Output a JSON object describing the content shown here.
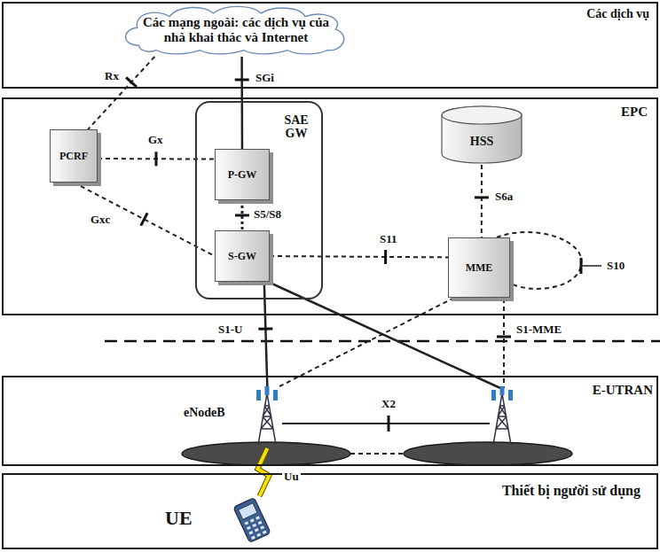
{
  "diagram": {
    "nodes": [
      {
        "text": [
          "Các dịch vụ"
        ]
      },
      {
        "text": [
          "Các mạng ngoài: các dịch vụ của nhà khai thác và Internet"
        ],
        "in": 0
      },
      {
        "text": [
          "EPC"
        ]
      },
      {
        "text": [
          "PCRF"
        ],
        "in": 2
      },
      {
        "text": [
          "SAE GW"
        ],
        "in": 2
      },
      {
        "text": [
          "P-GW"
        ],
        "in": 4
      },
      {
        "text": [
          "S-GW"
        ],
        "in": 4
      },
      {
        "text": [
          "HSS"
        ],
        "in": 2
      },
      {
        "text": [
          "MME"
        ],
        "in": 2
      },
      {
        "text": [
          "E-UTRAN"
        ]
      },
      {
        "text": [
          "eNodeB"
        ],
        "in": 9
      },
      {
        "text": [
          "Thiết bị người sử dụng"
        ]
      },
      {
        "text": [
          "UE"
        ],
        "in": 11
      }
    ],
    "edges": [
      {
        "from": 1,
        "to": 5,
        "arrow": "none",
        "label": "SGi"
      },
      {
        "from": 1,
        "to": 3,
        "arrow": "none",
        "label": "Rx"
      },
      {
        "from": 3,
        "to": 5,
        "arrow": "none",
        "label": "Gx"
      },
      {
        "from": 3,
        "to": 6,
        "arrow": "none",
        "label": "Gxc"
      },
      {
        "from": 5,
        "to": 6,
        "arrow": "none",
        "label": "S5/S8"
      },
      {
        "from": 6,
        "to": 8,
        "arrow": "none",
        "label": "S11"
      },
      {
        "from": 7,
        "to": 8,
        "arrow": "none",
        "label": "S6a"
      },
      {
        "from": 6,
        "to": 10,
        "arrow": "none",
        "label": "S1-U"
      },
      {
        "from": 8,
        "to": 10,
        "arrow": "none"
      },
      {
        "from": 12,
        "to": 10,
        "arrow": "none",
        "label": "Uu"
      }
    ],
    "labels": [
      "S10",
      "S1-MME",
      "X2"
    ]
  }
}
